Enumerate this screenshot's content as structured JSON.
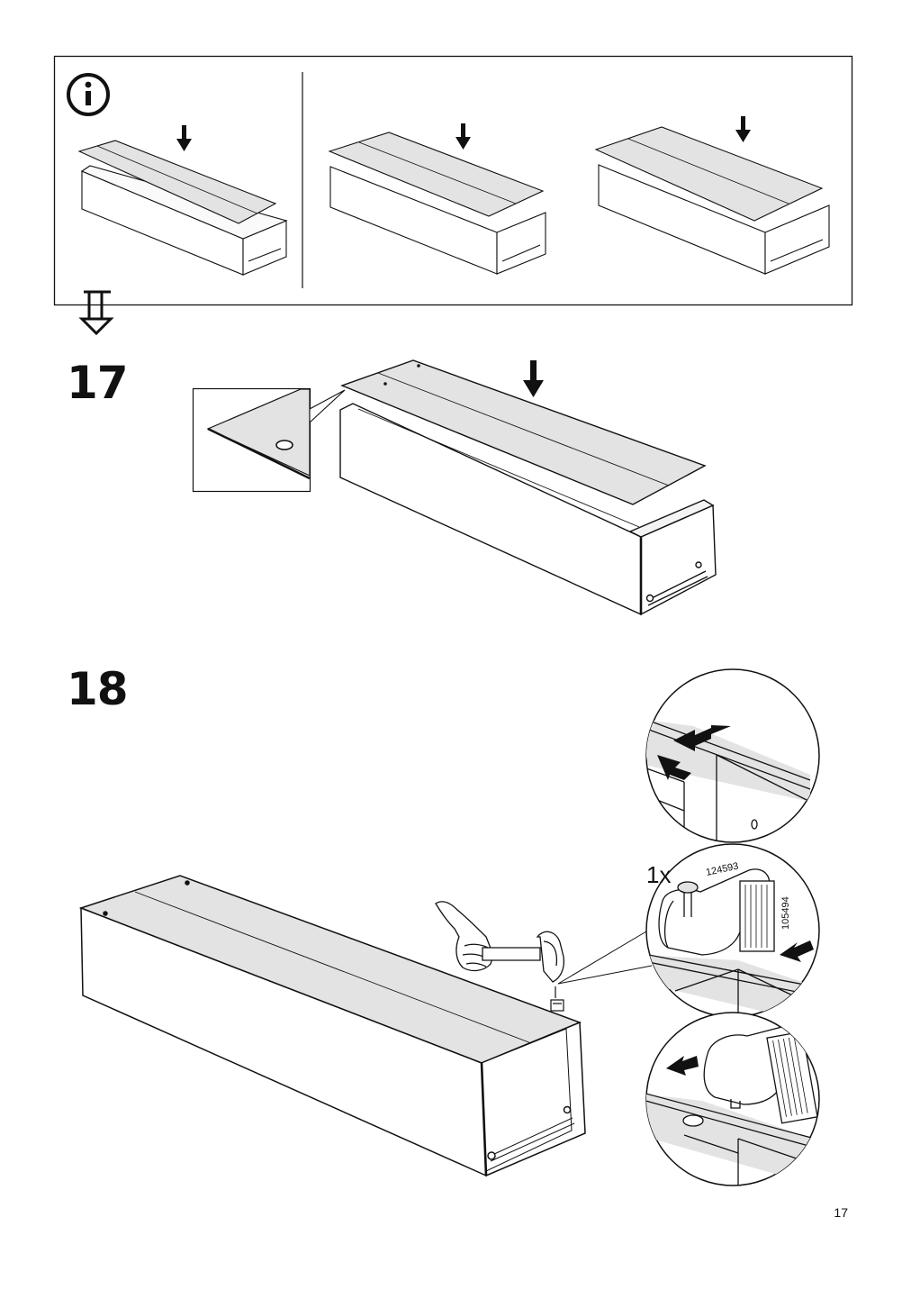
{
  "steps": {
    "step17": "17",
    "step18": "18"
  },
  "step18_details": {
    "quantity": "1x",
    "part_number_fitting": "124593",
    "part_number_tool": "105494"
  },
  "page_number": "17",
  "icons": [
    "info-icon",
    "flow-arrow-icon",
    "down-arrow-icon",
    "hammer-icon",
    "hand-icon",
    "press-arrow-icon"
  ],
  "colors": {
    "panel_fill": "#e3e3e3",
    "line": "#111111",
    "background": "#ffffff"
  }
}
